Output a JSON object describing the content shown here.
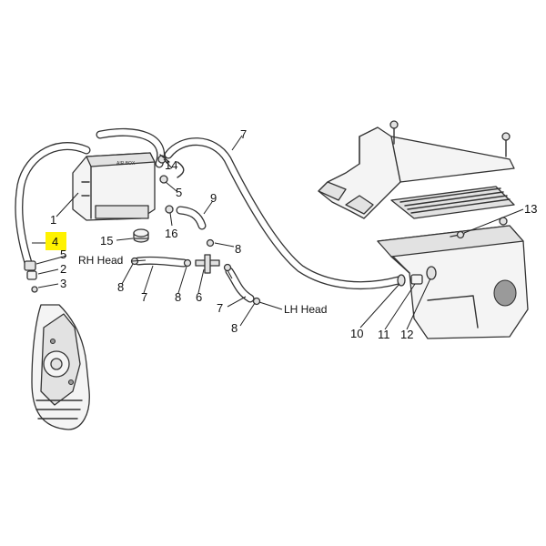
{
  "callouts": {
    "c1": "1",
    "c2": "2",
    "c3": "3",
    "c4": "4",
    "c5a": "5",
    "c5b": "5",
    "c6": "6",
    "c7a": "7",
    "c7b": "7",
    "c7c": "7",
    "c8a": "8",
    "c8b": "8",
    "c8c": "8",
    "c8d": "8",
    "c9": "9",
    "c10": "10",
    "c11": "11",
    "c12": "12",
    "c13": "13",
    "c14": "14",
    "c15": "15",
    "c16": "16"
  },
  "notes": {
    "rh_head": "RH Head",
    "lh_head": "LH Head",
    "box_label": "AIR BOX"
  },
  "highlight": {
    "color": "#fff200",
    "callout": "4"
  }
}
